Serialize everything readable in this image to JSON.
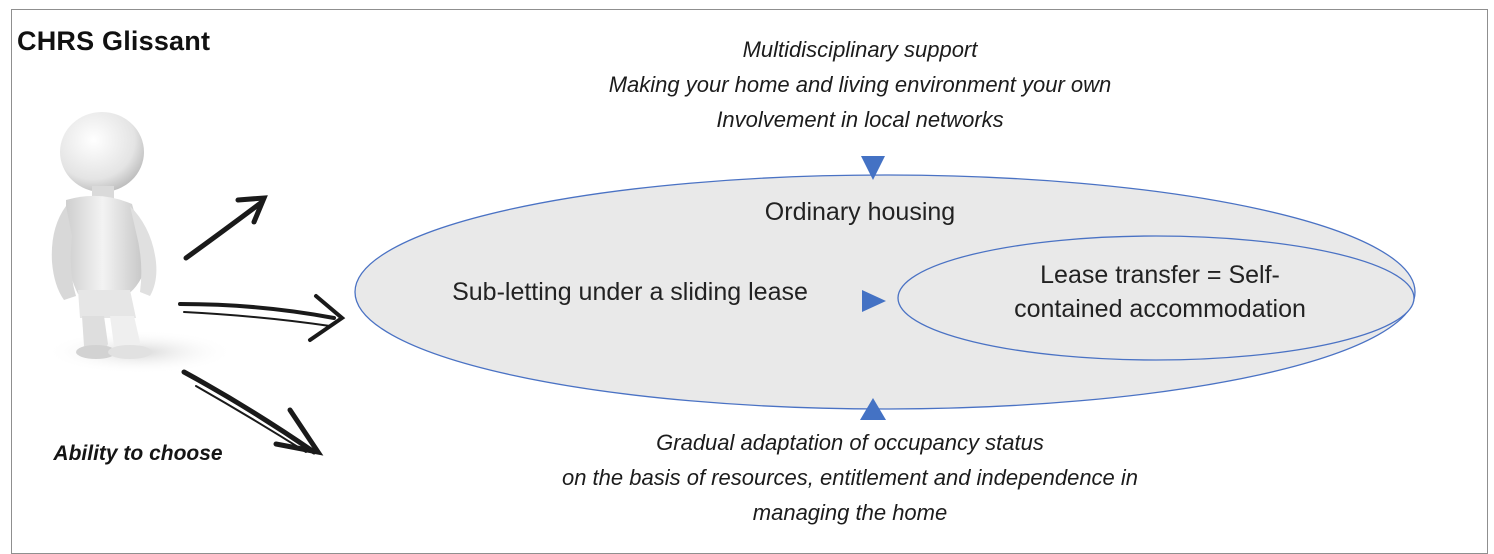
{
  "title": "CHRS Glissant",
  "top_notes": [
    "Multidisciplinary support",
    "Making your home and living environment your own",
    "Involvement in local networks"
  ],
  "outer_label": "Ordinary housing",
  "left_label": "Sub-letting under a sliding lease",
  "inner_label": "Lease transfer = Self-contained accommodation",
  "bottom_notes": [
    "Gradual adaptation of occupancy status",
    "on the basis of resources, entitlement and independence in",
    "managing the home"
  ],
  "ability": "Ability to choose",
  "colors": {
    "ellipse_fill": "#e9e9e9",
    "ellipse_stroke": "#4a72c4",
    "triangle": "#4472c4",
    "arrow": "#1a1a1a"
  },
  "icons": [
    "person-figure-icon",
    "triangle-down-icon",
    "triangle-right-icon",
    "triangle-up-icon",
    "arrow-icon"
  ]
}
